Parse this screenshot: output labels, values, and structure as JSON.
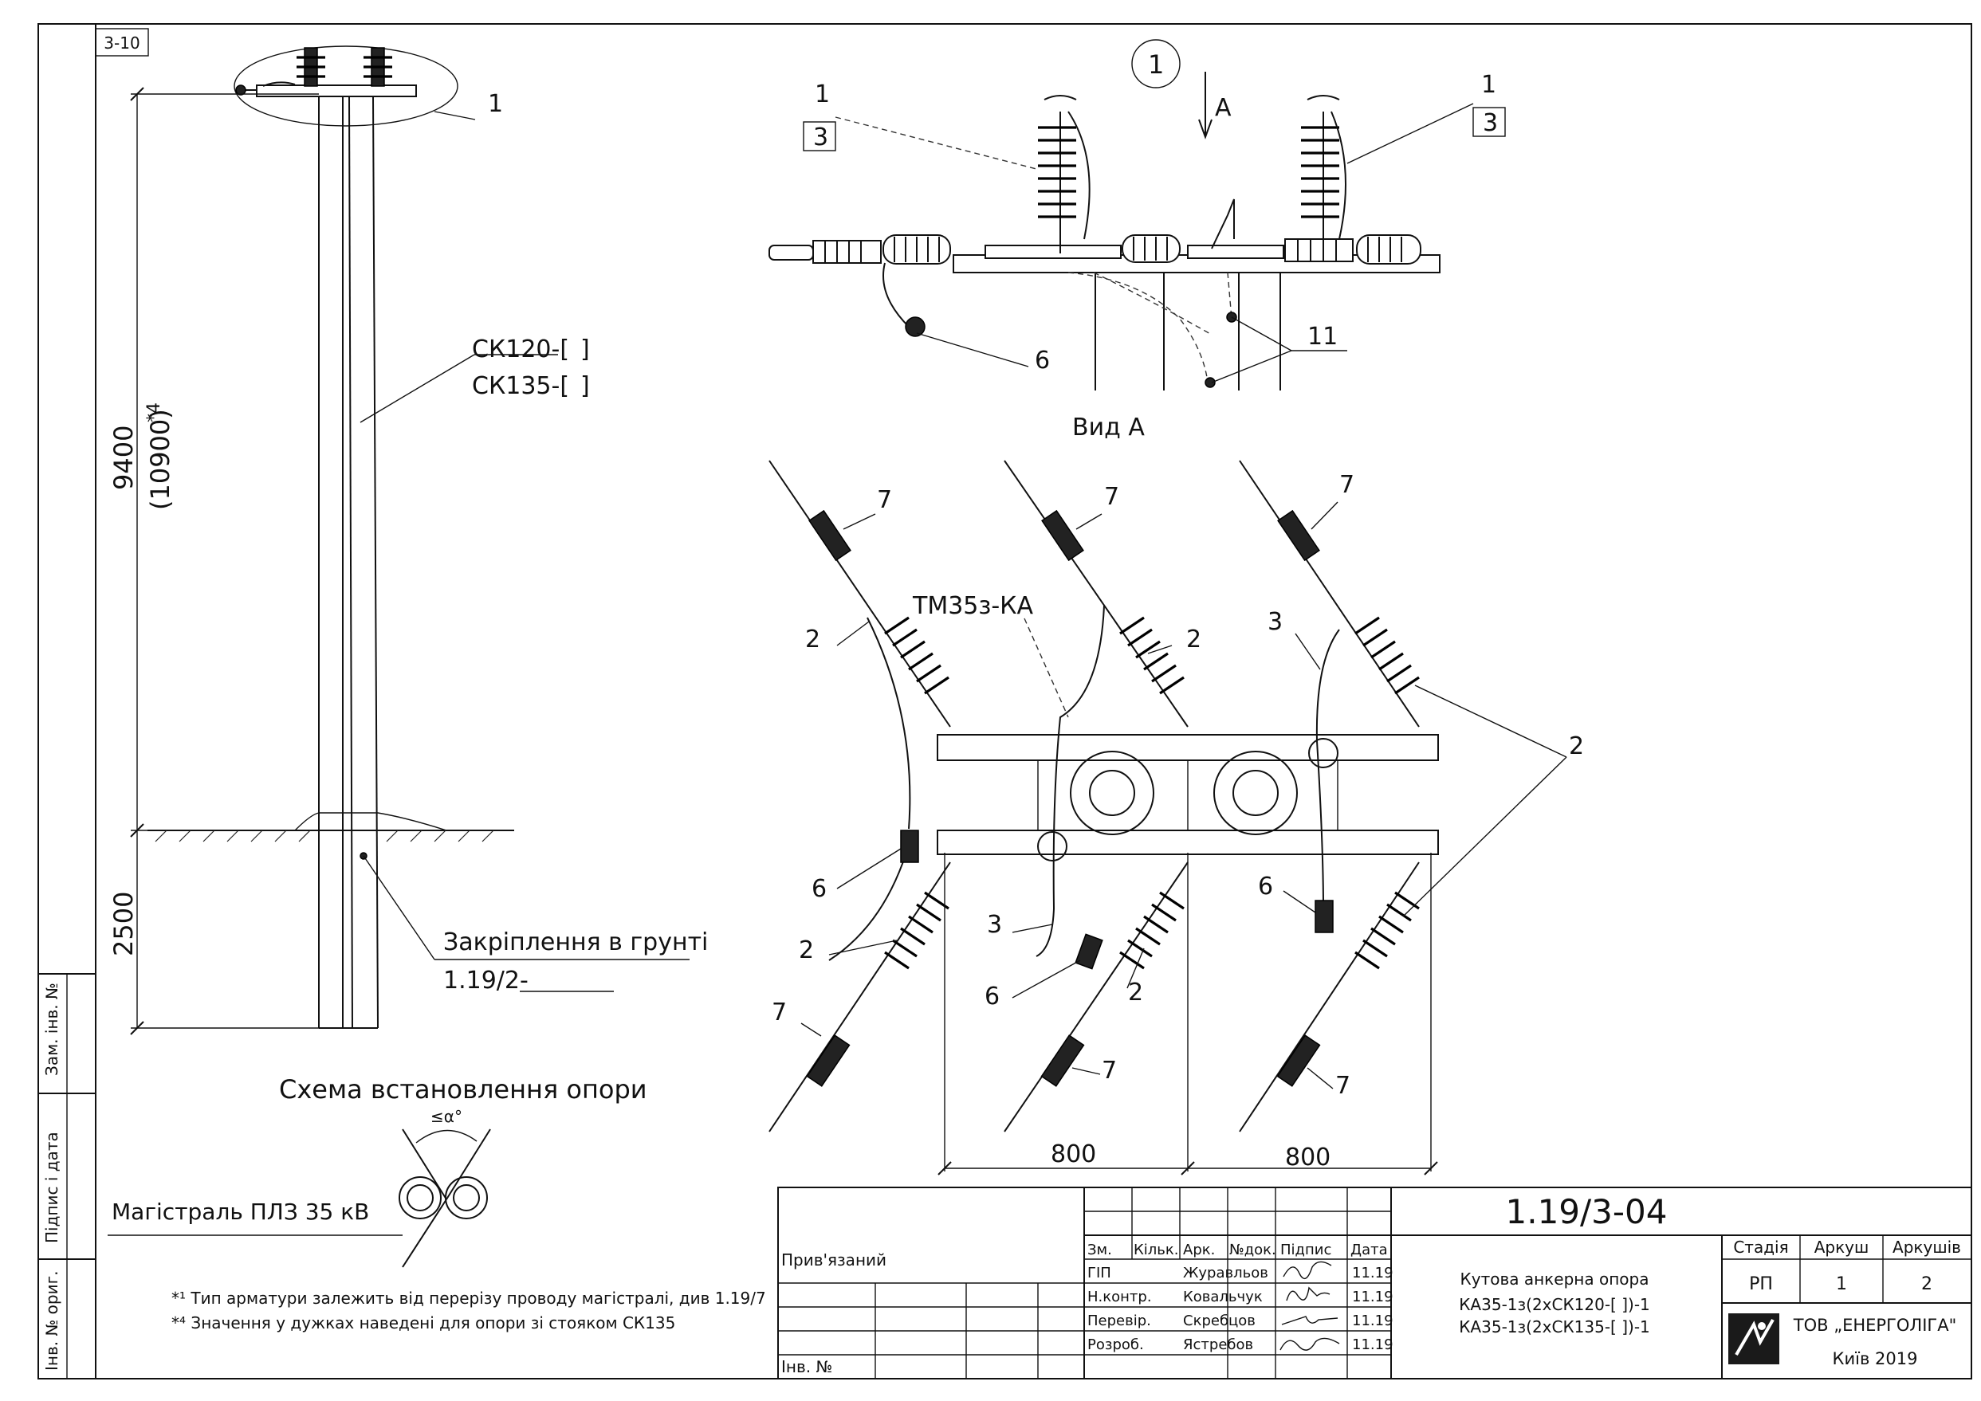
{
  "sheet_ref": "3-10",
  "mast": {
    "profile_1": "СК120-[",
    "bracket_1": "]",
    "profile_2": "СК135-[",
    "bracket_2": "]",
    "height": "9400",
    "height_alt": "(10900)",
    "height_note": "*4",
    "depth": "2500",
    "ground_caption": "Закріплення в грунті",
    "ground_ref": "1.19/2-"
  },
  "labels": {
    "callout_1": "1",
    "node_circle": "1",
    "view_arrow": "А",
    "view_caption": "Вид А",
    "n1": "1",
    "n3": "3",
    "n6": "6",
    "n11": "11",
    "n2": "2",
    "n7": "7",
    "tm": "ТМ35з-КА",
    "dim_800": "800"
  },
  "scheme": {
    "title": "Схема встановлення опори",
    "angle": "≤α°",
    "line_label": "Магістраль ПЛЗ 35 кВ"
  },
  "notes": [
    "*¹ Тип арматури залежить від перерізу проводу магістралі, див 1.19/7",
    "*⁴ Значення у дужках наведені для опори зі стояком СК135"
  ],
  "side_stamp": [
    "Зам. інв. №",
    "Підпис і дата",
    "Інв. № ориг."
  ],
  "titleblock": {
    "doc_code": "1.19/3-04",
    "pryv": "Прив'язаний",
    "inv": "Інв. №",
    "cols": [
      "Зм.",
      "Кільк.",
      "Арк.",
      "№док.",
      "Підпис",
      "Дата"
    ],
    "rows": [
      {
        "role": "ГІП",
        "name": "Журавльов",
        "date": "11.19"
      },
      {
        "role": "Н.контр.",
        "name": "Ковальчук",
        "date": "11.19"
      },
      {
        "role": "Перевір.",
        "name": "Скребцов",
        "date": "11.19"
      },
      {
        "role": "Розроб.",
        "name": "Ястребов",
        "date": "11.19"
      }
    ],
    "title_1": "Кутова анкерна опора",
    "title_2": "КА35-1з(2хСК120-[       ])-1",
    "title_3": "КА35-1з(2хСК135-[       ])-1",
    "stage_h": "Стадія",
    "sheet_h": "Аркуш",
    "sheets_h": "Аркушів",
    "stage": "РП",
    "sheet": "1",
    "sheets": "2",
    "company": "ТОВ „ЕНЕРГОЛІГА\"",
    "city_year": "Київ 2019"
  }
}
